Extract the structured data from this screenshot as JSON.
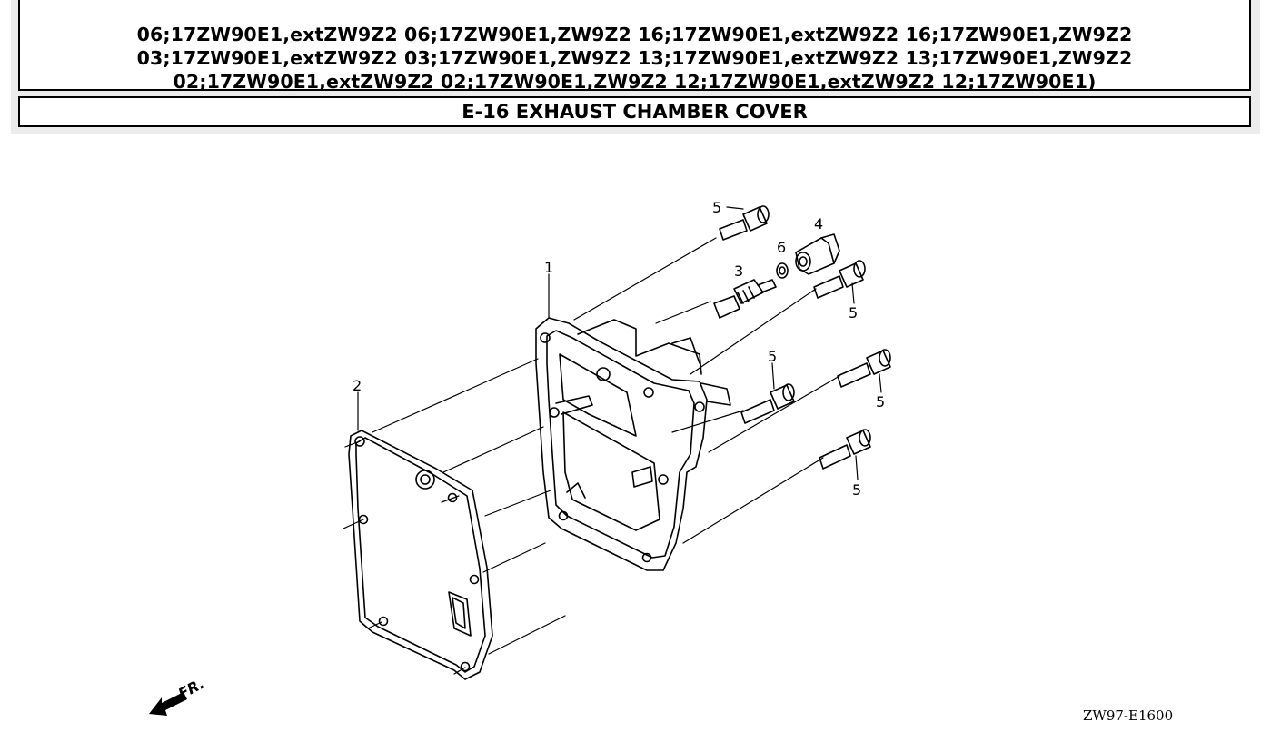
{
  "header": {
    "models_lines": [
      "06;17ZW90E1,extZW9Z2 06;17ZW90E1,ZW9Z2 16;17ZW90E1,extZW9Z2 16;17ZW90E1,ZW9Z2",
      "03;17ZW90E1,extZW9Z2 03;17ZW90E1,ZW9Z2 13;17ZW90E1,extZW9Z2 13;17ZW90E1,ZW9Z2",
      "02;17ZW90E1,extZW9Z2 02;17ZW90E1,ZW9Z2 12;17ZW90E1,extZW9Z2 12;17ZW90E1)"
    ],
    "section_title": "E-16 EXHAUST CHAMBER COVER"
  },
  "diagram": {
    "callouts": {
      "c1": "1",
      "c2": "2",
      "c3": "3",
      "c4": "4",
      "c5a": "5",
      "c5b": "5",
      "c5c": "5",
      "c5d": "5",
      "c5e": "5",
      "c6": "6"
    },
    "front_marker": "FR.",
    "reference_code": "ZW97-E1600"
  }
}
